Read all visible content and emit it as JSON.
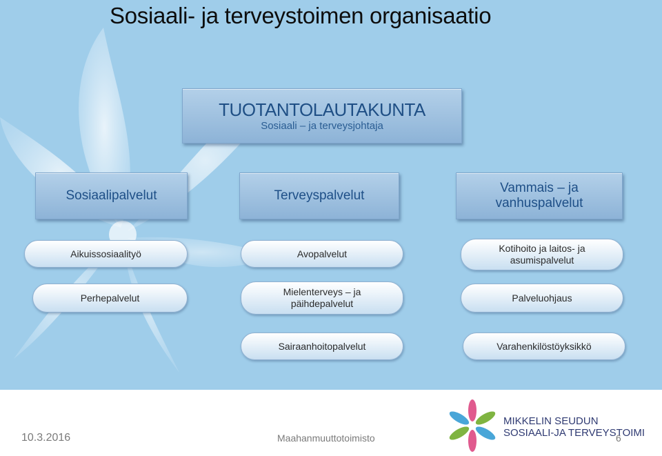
{
  "title": "Sosiaali- ja terveystoimen organisaatio",
  "top_box": {
    "title": "TUOTANTOLAUTAKUNTA",
    "subtitle": "Sosiaali – ja terveysjohtaja"
  },
  "categories": [
    {
      "label": "Sosiaalipalvelut"
    },
    {
      "label": "Terveyspalvelut"
    },
    {
      "label": "Vammais – ja vanhuspalvelut"
    }
  ],
  "units": {
    "sosiaali": [
      "Aikuissosiaalityö",
      "Perhepalvelut"
    ],
    "terveys": [
      "Avopalvelut",
      "Mielenterveys – ja päihdepalvelut",
      "Sairaanhoitopalvelut"
    ],
    "vammais": [
      "Kotihoito ja laitos- ja asumispalvelut",
      "Palveluohjaus",
      "Varahenkilöstöyksikkö"
    ]
  },
  "footer": {
    "date": "10.3.2016",
    "center": "Maahanmuuttotoimisto",
    "page": "6"
  },
  "logo": {
    "line1": "MIKKELIN SEUDUN",
    "line2": "SOSIAALI-JA TERVEYSTOIMI"
  },
  "colors": {
    "background": "#9fcdea",
    "box_fill": "#a3c4e3",
    "box_text": "#1f4f85",
    "pill_fill": "#e6f0f9"
  }
}
